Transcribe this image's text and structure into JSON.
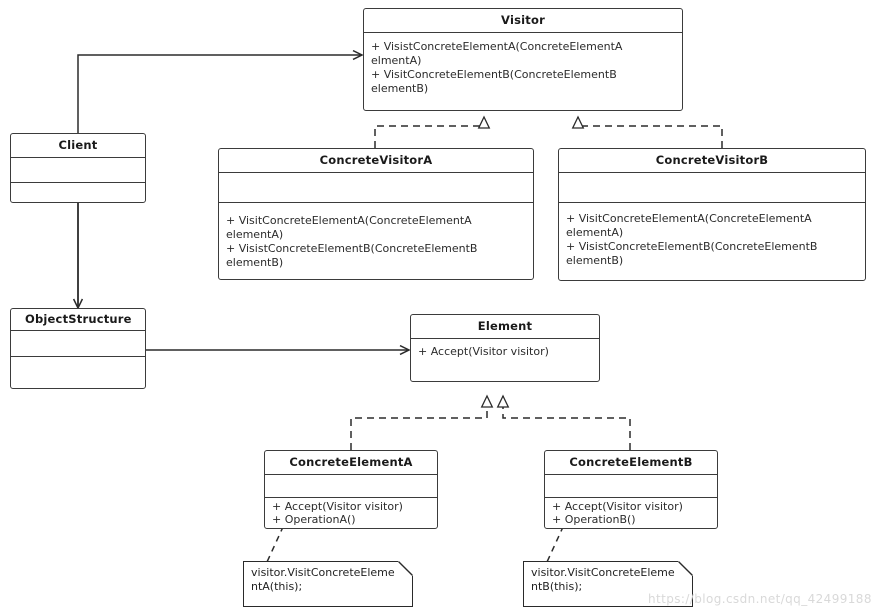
{
  "diagram": {
    "title": "Visitor Pattern UML Class Diagram",
    "stroke_color": "#3b3b3b",
    "background": "#ffffff",
    "text_color": "#2b2b2b"
  },
  "classes": {
    "visitor": {
      "name": "Visitor",
      "attributes": [],
      "operations": [
        "+ VisistConcreteElementA(ConcreteElementA elmentA)",
        "+ VisitConcreteElementB(ConcreteElementB elementB)"
      ]
    },
    "concrete_visitor_a": {
      "name": "ConcreteVisitorA",
      "attributes": [],
      "operations": [
        "+ VisitConcreteElementA(ConcreteElementA elementA)",
        "+ VisistConcreteElementB(ConcreteElementB elementB)"
      ]
    },
    "concrete_visitor_b": {
      "name": "ConcreteVisitorB",
      "attributes": [],
      "operations": [
        "+ VisitConcreteElementA(ConcreteElementA elementA)",
        "+ VisistConcreteElementB(ConcreteElementB elementB)"
      ]
    },
    "client": {
      "name": "Client",
      "attributes": [],
      "operations": []
    },
    "object_structure": {
      "name": "ObjectStructure",
      "attributes": [],
      "operations": []
    },
    "element": {
      "name": "Element",
      "attributes": [],
      "operations": [
        "+ Accept(Visitor visitor)"
      ]
    },
    "concrete_element_a": {
      "name": "ConcreteElementA",
      "attributes": [],
      "operations": [
        "+ Accept(Visitor visitor)",
        "+ OperationA()"
      ]
    },
    "concrete_element_b": {
      "name": "ConcreteElementB",
      "attributes": [],
      "operations": [
        "+ Accept(Visitor visitor)",
        "+ OperationB()"
      ]
    }
  },
  "notes": {
    "note_a": {
      "text": "visitor.VisitConcreteElementA(this);",
      "attached_to": "ConcreteElementA"
    },
    "note_b": {
      "text": "visitor.VisitConcreteElementB(this);",
      "attached_to": "ConcreteElementB"
    }
  },
  "relationships": [
    {
      "from": "Client",
      "to": "Visitor",
      "type": "association",
      "line": "solid",
      "arrow": "open"
    },
    {
      "from": "Client",
      "to": "ObjectStructure",
      "type": "association",
      "line": "solid",
      "arrow": "open"
    },
    {
      "from": "ObjectStructure",
      "to": "Element",
      "type": "association",
      "line": "solid",
      "arrow": "open"
    },
    {
      "from": "ConcreteVisitorA",
      "to": "Visitor",
      "type": "realization",
      "line": "dashed",
      "arrow": "hollow-triangle"
    },
    {
      "from": "ConcreteVisitorB",
      "to": "Visitor",
      "type": "realization",
      "line": "dashed",
      "arrow": "hollow-triangle"
    },
    {
      "from": "ConcreteElementA",
      "to": "Element",
      "type": "realization",
      "line": "dashed",
      "arrow": "hollow-triangle"
    },
    {
      "from": "ConcreteElementB",
      "to": "Element",
      "type": "realization",
      "line": "dashed",
      "arrow": "hollow-triangle"
    },
    {
      "from": "note_a",
      "to": "ConcreteElementA",
      "type": "note-anchor",
      "line": "dashed",
      "arrow": "none"
    },
    {
      "from": "note_b",
      "to": "ConcreteElementB",
      "type": "note-anchor",
      "line": "dashed",
      "arrow": "none"
    }
  ],
  "watermark": {
    "text": "https://blog.csdn.net/qq_42499188"
  }
}
